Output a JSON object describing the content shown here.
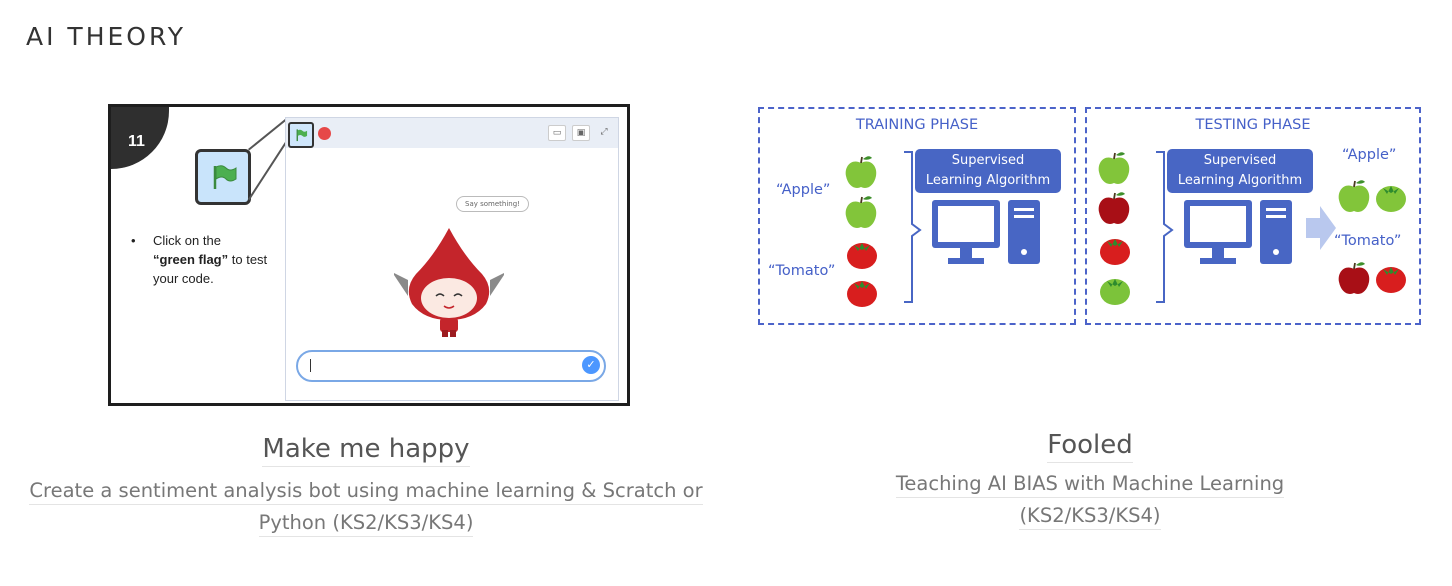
{
  "section": {
    "heading": "AI THEORY"
  },
  "cards": [
    {
      "title": "Make me happy",
      "description": "Create a sentiment analysis bot using machine learning & Scratch or Python (KS2/KS3/KS4)",
      "image": {
        "step_number": "11",
        "instruction_before": "Click on the",
        "instruction_bold": "“green flag”",
        "instruction_after": "to test your code.",
        "speech_bubble": "Say something!"
      }
    },
    {
      "title": "Fooled",
      "description": "Teaching AI BIAS with Machine Learning (KS2/KS3/KS4)",
      "image": {
        "training_title": "TRAINING PHASE",
        "testing_title": "TESTING PHASE",
        "algorithm_line1": "Supervised",
        "algorithm_line2": "Learning Algorithm",
        "label_apple": "“Apple”",
        "label_tomato": "“Tomato”"
      }
    }
  ],
  "colors": {
    "diagram_blue": "#4866c4",
    "apple_green": "#7cc33a",
    "tomato_red": "#d81e1e",
    "flag_green": "#4caf50"
  }
}
